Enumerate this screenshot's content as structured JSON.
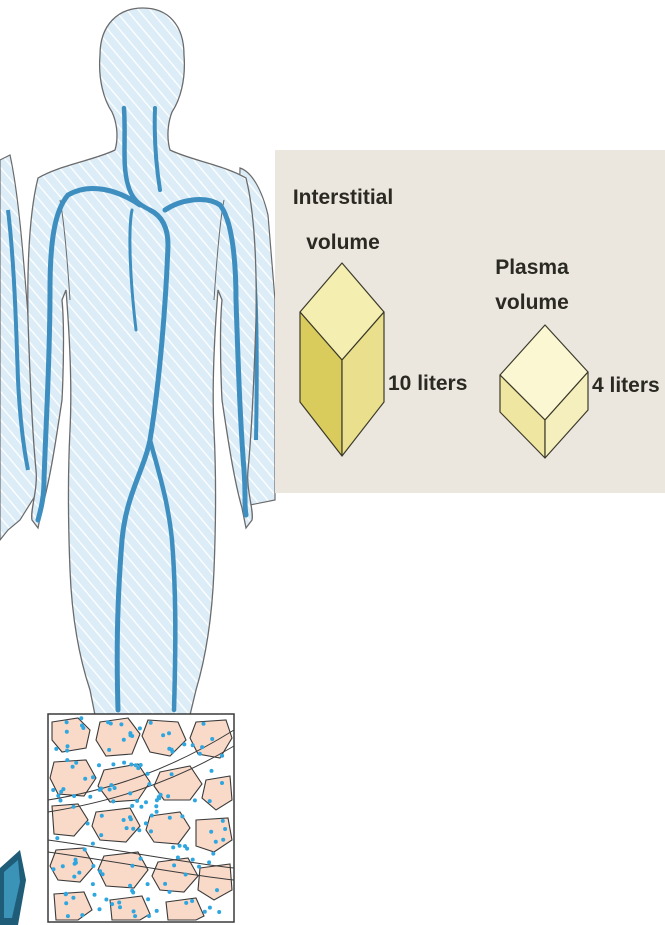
{
  "interstitial": {
    "title_line1": "Interstitial",
    "title_line2": "volume",
    "amount": "10 liters",
    "color": "#e4d66f"
  },
  "plasma": {
    "title_line1": "Plasma",
    "title_line2": "volume",
    "amount": "4 liters",
    "color": "#f4eeb0"
  },
  "colors": {
    "body_fill": "#dcedf8",
    "vessel": "#3e8fc0",
    "tissue_cell": "#f9d9c8",
    "tissue_dot": "#2ea6e0",
    "panel_bg": "#ebe7df"
  }
}
